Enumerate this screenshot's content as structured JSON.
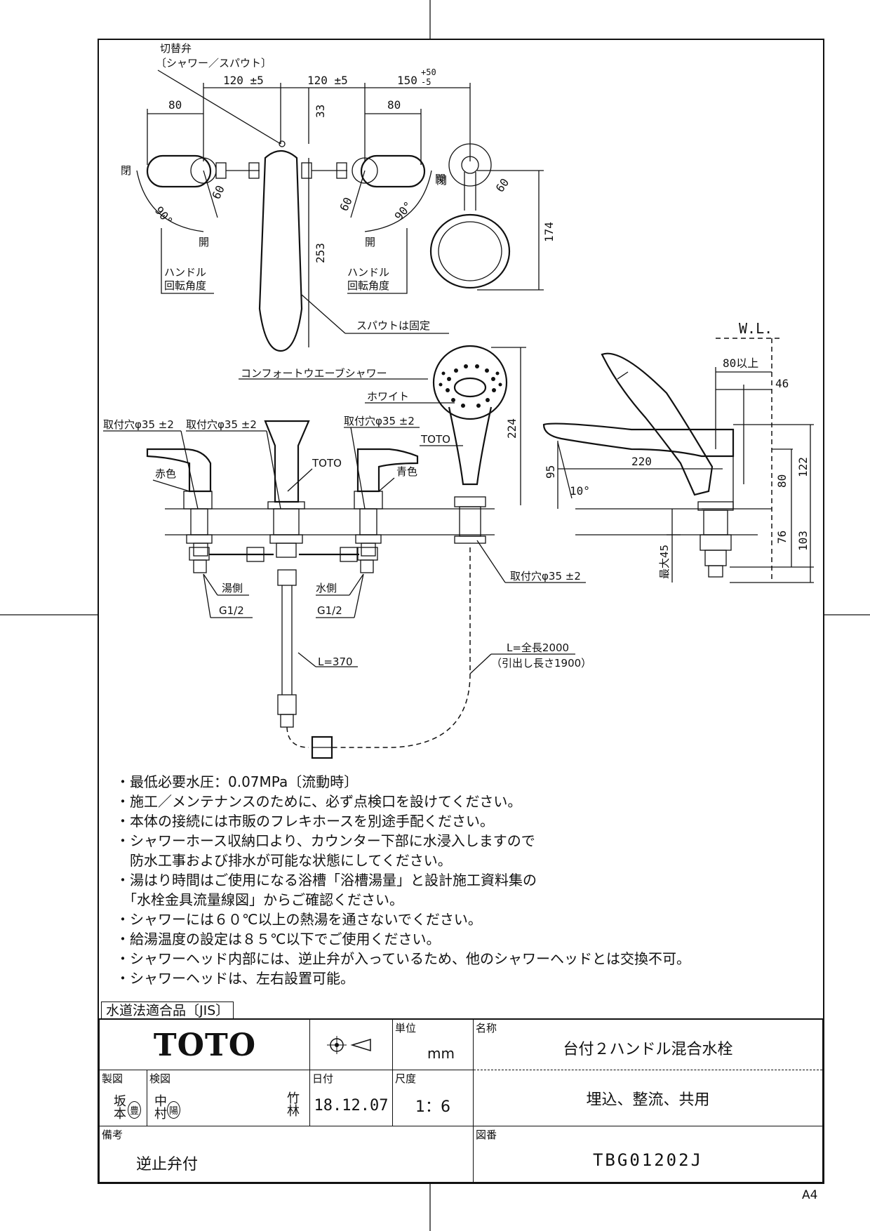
{
  "drawing": {
    "top_view": {
      "valve_label": "切替弁",
      "valve_sub": "〔シャワー／スパウト〕",
      "dims": [
        "120 ±5",
        "120 ±5",
        "150",
        "+50",
        "-5",
        "80",
        "80",
        "33",
        "253",
        "60",
        "60",
        "60",
        "174",
        "90°",
        "90°"
      ],
      "closed": "閉",
      "open": "開",
      "handle_angle_1": "ハンドル",
      "handle_angle_2": "回転角度",
      "spout_fixed": "スパウトは固定"
    },
    "front_view": {
      "shower_name": "コンフォートウエーブシャワー",
      "white": "ホワイト",
      "hole": "取付穴φ35 ±2",
      "toto": "TOTO",
      "red": "赤色",
      "blue": "青色",
      "hot_side": "湯側",
      "cold_side": "水側",
      "thread": "G1/2",
      "hose_short": "L=370",
      "hose_total": "L=全長2000",
      "hose_pull": "（引出し長さ1900）",
      "dims": [
        "224",
        "最大45"
      ]
    },
    "side_view": {
      "wl": "W.L.",
      "dims": [
        "80以上",
        "46",
        "220",
        "95",
        "10°",
        "122",
        "80",
        "76",
        "103"
      ]
    }
  },
  "notes": [
    "・最低必要水圧：0.07MPa〔流動時〕",
    "・施工／メンテナンスのために、必ず点検口を設けてください。",
    "・本体の接続には市販のフレキホースを別途手配ください。",
    "・シャワーホース収納口より、カウンター下部に水浸入しますので",
    "　防水工事および排水が可能な状態にしてください。",
    "・湯はり時間はご使用になる浴槽「浴槽湯量」と設計施工資料集の",
    "　「水栓金具流量線図」からご確認ください。",
    "・シャワーには６０℃以上の熱湯を通さないでください。",
    "・給湯温度の設定は８５℃以下でご使用ください。",
    "・シャワーヘッド内部には、逆止弁が入っているため、他のシャワーヘッドとは交換不可。",
    "・シャワーヘッドは、左右設置可能。"
  ],
  "title_block": {
    "jis": "水道法適合品〔JIS〕",
    "logo": "TOTO",
    "unit_label": "単位",
    "unit": "mm",
    "name_label": "名称",
    "name": "台付２ハンドル混合水栓",
    "subname": "埋込、整流、共用",
    "drawn_label": "製図",
    "drawn_by": "坂本",
    "drawn_stamp": "豊",
    "checked_label": "検図",
    "checked_by": "中村",
    "checked_stamp": "陽",
    "checked_by2": "竹林",
    "date_label": "日付",
    "date": "18.12.07",
    "scale_label": "尺度",
    "scale": "1：6",
    "remarks_label": "備考",
    "remarks": "逆止弁付",
    "drawing_no_label": "図番",
    "drawing_no": "TBG01202J"
  },
  "paper_size": "A4"
}
